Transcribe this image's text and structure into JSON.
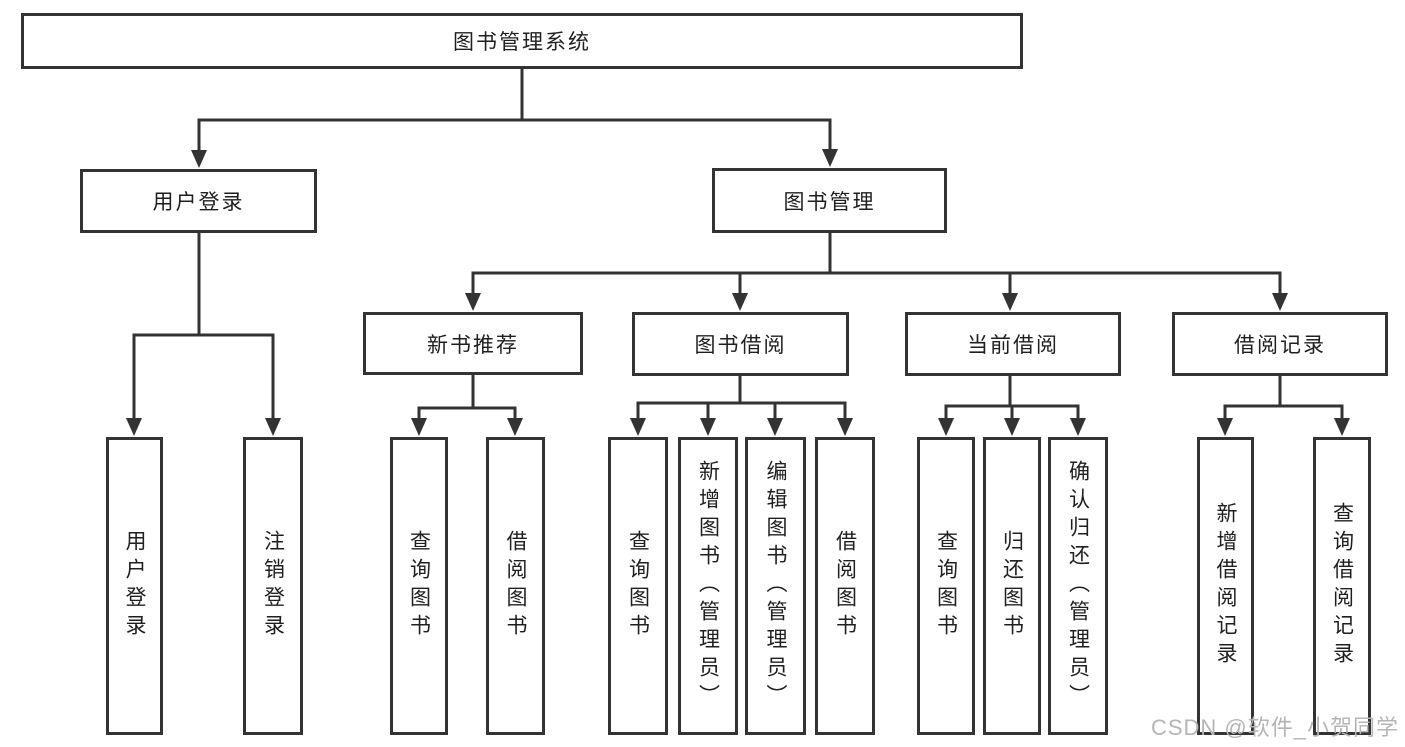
{
  "diagram": {
    "colors": {
      "line": "#333333",
      "box_background": "#ffffff",
      "text": "#1f1f1f",
      "watermark": "#b5b5b5"
    },
    "nodes": {
      "root": "图书管理系统",
      "user_login": "用户登录",
      "book_mgmt": "图书管理",
      "new_book_rec": "新书推荐",
      "book_borrow": "图书借阅",
      "current_borrow": "当前借阅",
      "borrow_records": "借阅记录",
      "leaf_user_login": "用户登录",
      "leaf_logout": "注销登录",
      "leaf_query_book_1": "查询图书",
      "leaf_borrow_book_1": "借阅图书",
      "leaf_query_book_2": "查询图书",
      "leaf_add_book": "新增图书（管理员）",
      "leaf_edit_book": "编辑图书（管理员）",
      "leaf_borrow_book_2": "借阅图书",
      "leaf_query_book_3": "查询图书",
      "leaf_return_book": "归还图书",
      "leaf_confirm_return": "确认归还（管理员）",
      "leaf_add_record": "新增借阅记录",
      "leaf_query_record": "查询借阅记录"
    },
    "watermark": "CSDN @软件_小贺同学"
  }
}
